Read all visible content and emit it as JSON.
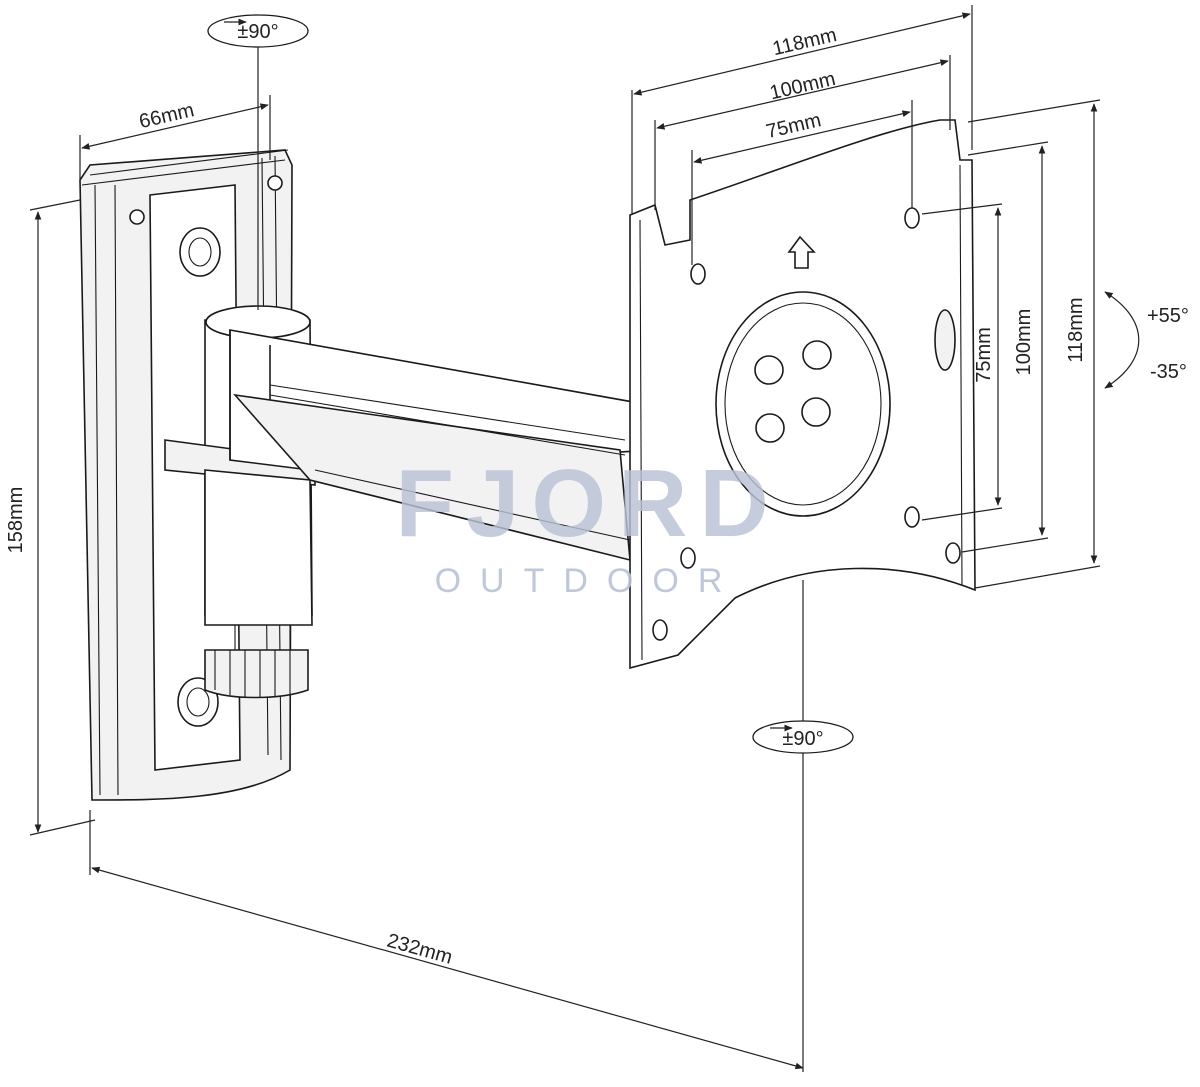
{
  "dimensions": {
    "plate_width": "66mm",
    "plate_height": "158mm",
    "arm_reach": "232mm",
    "vesa_top_118": "118mm",
    "vesa_top_100": "100mm",
    "vesa_top_75": "75mm",
    "vesa_side_75": "75mm",
    "vesa_side_100": "100mm",
    "vesa_side_118": "118mm"
  },
  "rotations": {
    "top_swivel": "±90°",
    "head_swivel": "±90°",
    "tilt_up": "+55°",
    "tilt_down": "-35°"
  },
  "watermark": {
    "brand": "FJORD",
    "subtitle": "OUTDOOR"
  }
}
